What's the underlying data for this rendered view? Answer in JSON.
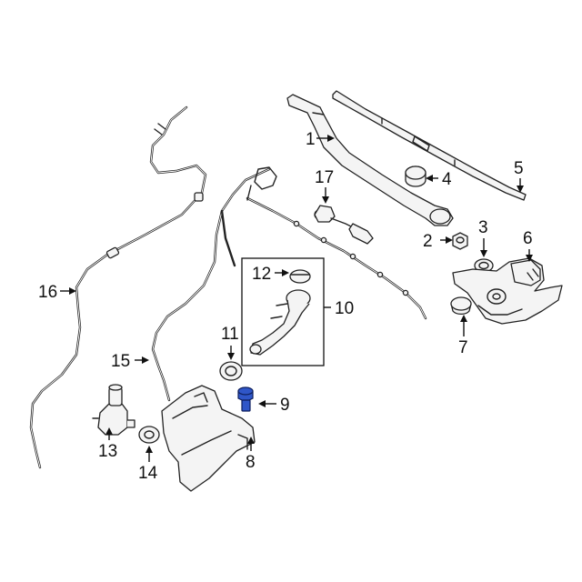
{
  "diagram": {
    "highlight_color": "#2f56c8",
    "callouts": {
      "c1": "1",
      "c2": "2",
      "c3": "3",
      "c4": "4",
      "c5": "5",
      "c6": "6",
      "c7": "7",
      "c8": "8",
      "c9": "9",
      "c10": "10",
      "c11": "11",
      "c12": "12",
      "c13": "13",
      "c14": "14",
      "c15": "15",
      "c16": "16",
      "c17": "17"
    }
  }
}
